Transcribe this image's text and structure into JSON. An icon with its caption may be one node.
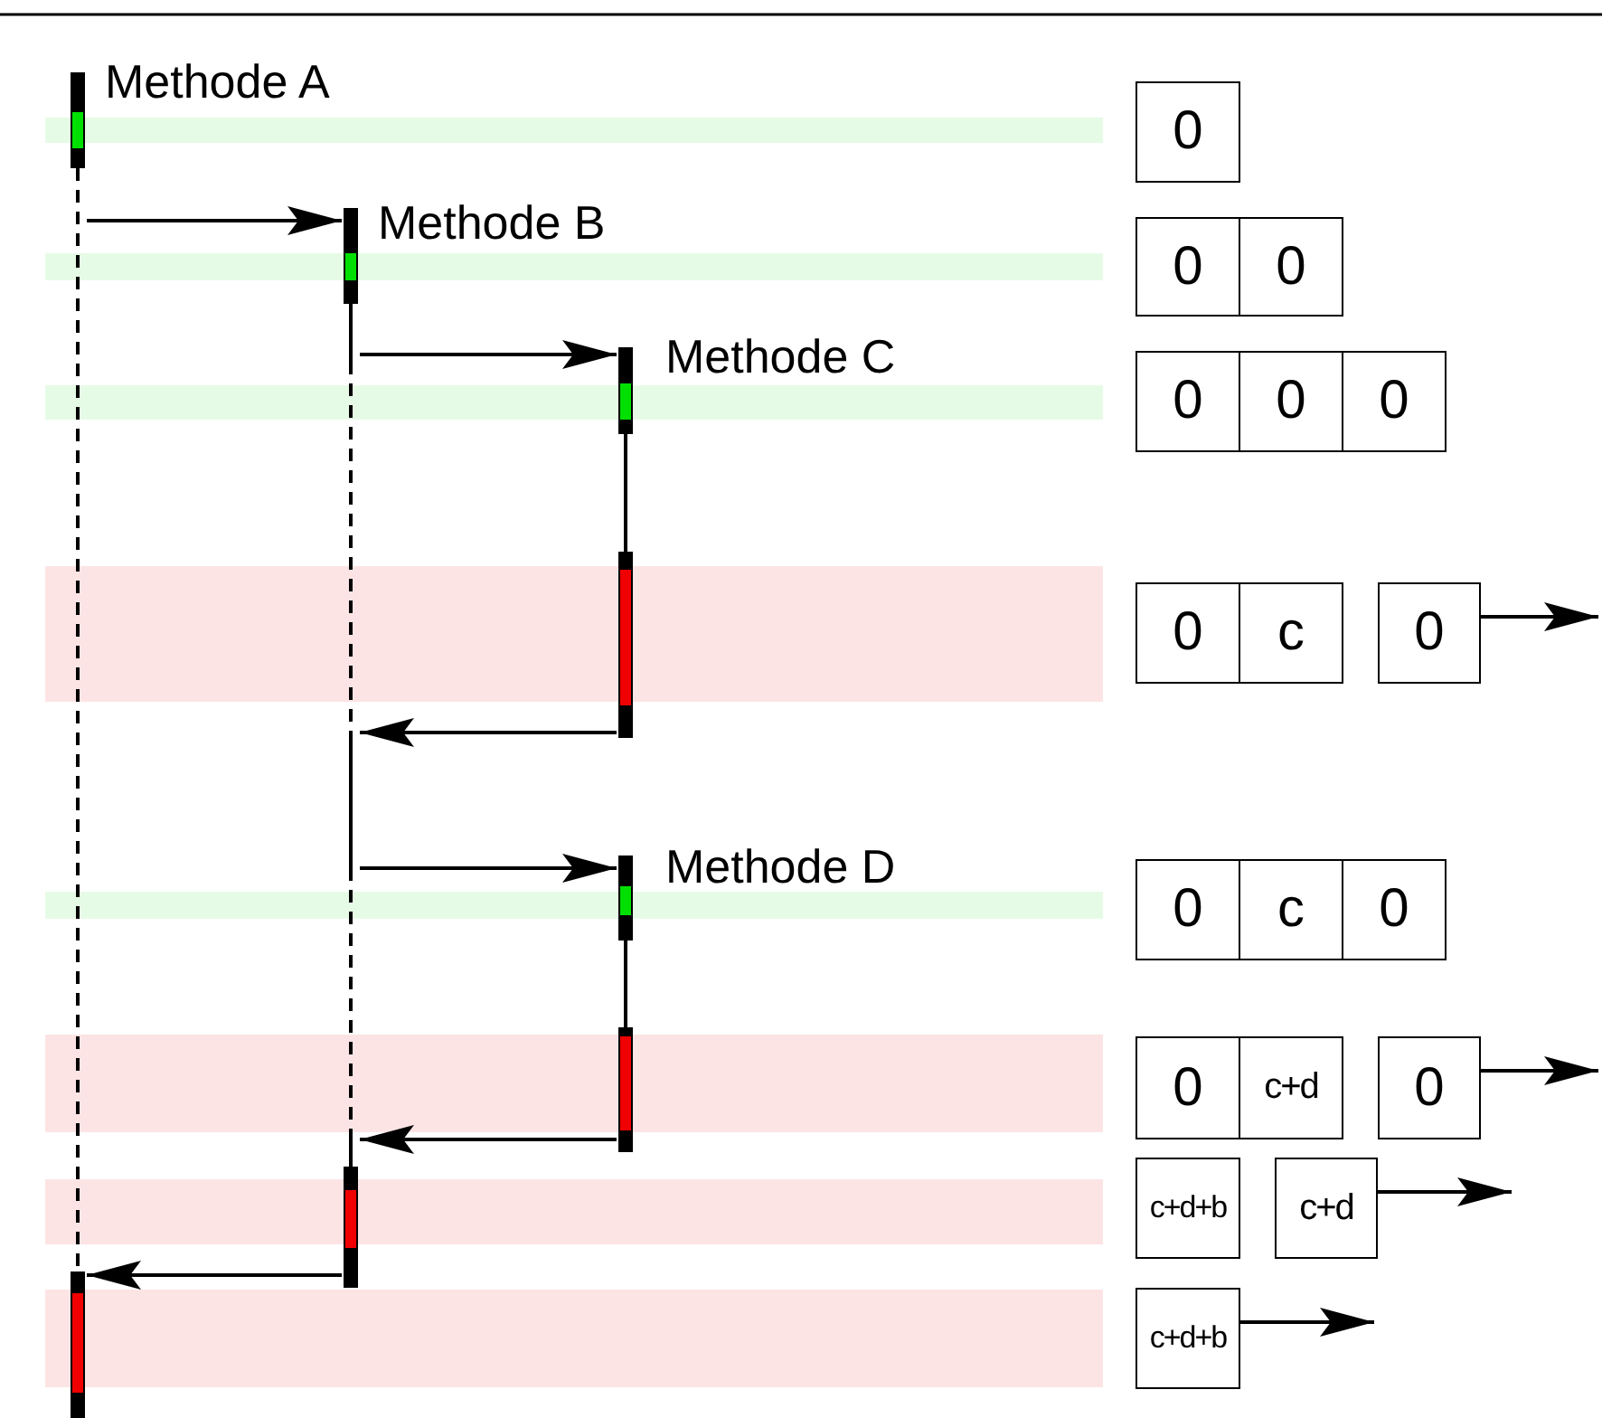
{
  "diagram": {
    "nodes": [
      {
        "text": [
          "Methode A"
        ]
      },
      {
        "text": [
          "0"
        ]
      },
      {
        "text": [
          "Methode B"
        ]
      },
      {
        "text": [
          "0"
        ]
      },
      {
        "text": [
          "0"
        ]
      },
      {
        "text": [
          "Methode C"
        ]
      },
      {
        "text": [
          "0"
        ]
      },
      {
        "text": [
          "0"
        ]
      },
      {
        "text": [
          "0"
        ]
      },
      {
        "text": [
          "0"
        ]
      },
      {
        "text": [
          "c"
        ]
      },
      {
        "text": [
          "0"
        ]
      },
      {
        "text": [
          "Methode D"
        ]
      },
      {
        "text": [
          "0"
        ]
      },
      {
        "text": [
          "c"
        ]
      },
      {
        "text": [
          "0"
        ]
      },
      {
        "text": [
          "0"
        ]
      },
      {
        "text": [
          "c+d"
        ]
      },
      {
        "text": [
          "0"
        ]
      },
      {
        "text": [
          "c+d+b"
        ]
      },
      {
        "text": [
          "c+d"
        ]
      },
      {
        "text": [
          "c+d+b"
        ]
      }
    ],
    "edges": [
      {
        "from": 0,
        "to": 2,
        "arrow": "to"
      },
      {
        "from": 2,
        "to": 5,
        "arrow": "to"
      },
      {
        "from": 5,
        "to": 2,
        "arrow": "to"
      },
      {
        "from": 2,
        "to": 12,
        "arrow": "to"
      },
      {
        "from": 12,
        "to": 2,
        "arrow": "to"
      },
      {
        "from": 2,
        "to": 0,
        "arrow": "to"
      },
      {
        "from": 11,
        "to": null,
        "arrow": "to"
      },
      {
        "from": 18,
        "to": null,
        "arrow": "to"
      },
      {
        "from": 20,
        "to": null,
        "arrow": "to"
      },
      {
        "from": 21,
        "to": null,
        "arrow": "to"
      }
    ]
  }
}
